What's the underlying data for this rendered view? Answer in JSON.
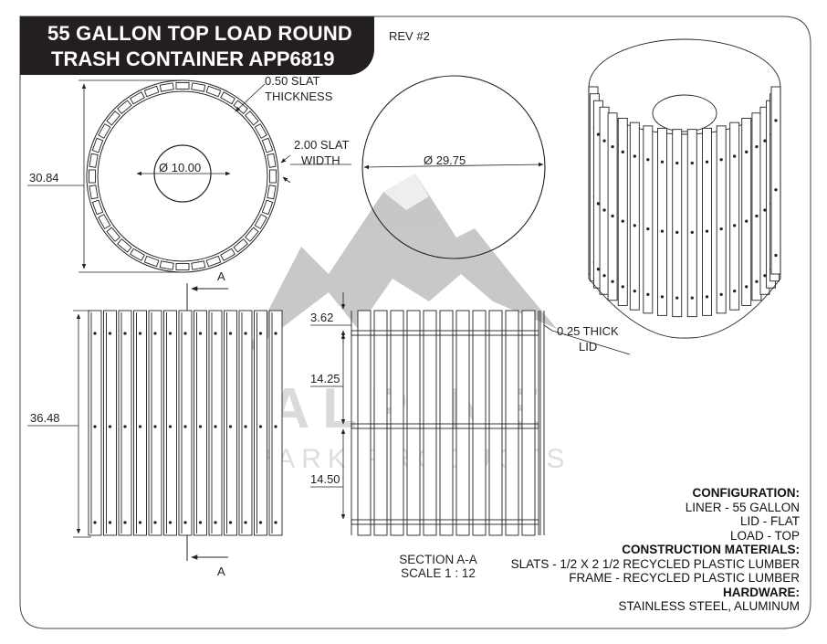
{
  "title": {
    "line1": "55 GALLON TOP LOAD ROUND",
    "line2": "TRASH CONTAINER APP6819"
  },
  "revision": "REV #2",
  "watermark": {
    "brand": "ALPINE",
    "sub": "PARK PRODUCTS"
  },
  "dimensions": {
    "overall_diameter": "30.84",
    "slat_thickness": [
      "0.50 SLAT",
      "THICKNESS"
    ],
    "slat_width": [
      "2.00 SLAT",
      "WIDTH"
    ],
    "inner_diameter": "Ø 10.00",
    "lid_diameter": "Ø 29.75",
    "height": "36.48",
    "top_offset": "3.62",
    "mid_section": "14.25",
    "lower_section": "14.50",
    "lid_thickness": [
      "0.25 THICK",
      "LID"
    ]
  },
  "section_markers": {
    "top": "A",
    "bottom": "A"
  },
  "section_caption": {
    "line1": "SECTION A-A",
    "line2": "SCALE 1 : 12"
  },
  "specs": {
    "configuration_heading": "CONFIGURATION:",
    "liner": "LINER - 55 GALLON",
    "lid": "LID - FLAT",
    "load": "LOAD - TOP",
    "construction_heading": "CONSTRUCTION MATERIALS:",
    "slats": "SLATS - 1/2 X 2 1/2 RECYCLED PLASTIC LUMBER",
    "frame": "FRAME - RECYCLED PLASTIC LUMBER",
    "hardware_heading": "HARDWARE:",
    "hardware": "STAINLESS STEEL, ALUMINUM"
  },
  "colors": {
    "title_bg": "#231f20",
    "line": "#222222",
    "watermark": "#b3b3b3"
  }
}
